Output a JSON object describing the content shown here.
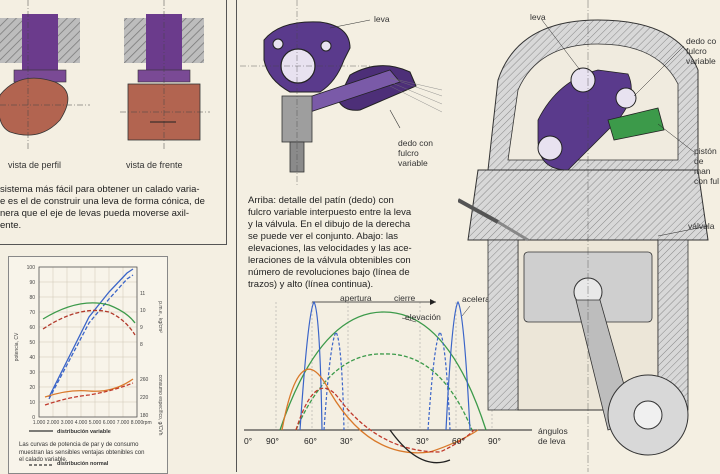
{
  "left_panel": {
    "caption_profile": "vista de perfil",
    "caption_front": "vista de frente",
    "paragraph_lines": [
      "sistema más fácil para obtener un calado varia-",
      "e es el de construir una leva de forma cónica, de",
      "nera que el eje de levas pueda moverse axil-",
      "ente."
    ]
  },
  "graph": {
    "ylabel_left": "potencia, CV",
    "ylabel_right_top": "p.m.e., kg/cm²",
    "ylabel_right_bottom": "consumo específico, g/CVh",
    "y_ticks_left": [
      "100",
      "90",
      "80",
      "70",
      "60",
      "50",
      "40",
      "30",
      "20",
      "10",
      "0"
    ],
    "y_ticks_right_top": [
      "11",
      "10",
      "9",
      "8"
    ],
    "y_ticks_right_bottom": [
      "260",
      "220",
      "180"
    ],
    "x_ticks": [
      "1.000",
      "2.000",
      "3.000",
      "4.000",
      "5.000",
      "6.000",
      "7.000",
      "8.000"
    ],
    "x_unit": "rpm",
    "legend_variable": "distribución variable",
    "legend_normal": "distribución normal",
    "note_lines": [
      "Las curvas de potencia de par y de consumo",
      "muestran las sensibles ventajas obtenibles con",
      "el calado variable."
    ]
  },
  "middle_panel": {
    "label_leva": "leva",
    "label_dedo": [
      "dedo con",
      "fulcro",
      "variable"
    ],
    "paragraph_lines": [
      "Arriba: detalle del patín (dedo) con",
      "fulcro variable interpuesto entre la leva",
      "y la válvula. En el dibujo de la derecha",
      "se puede ver el conjunto. Abajo: las",
      "elevaciones, las velocidades y las ace-",
      "leraciones de la válvula obtenibles con",
      "número de revoluciones bajo (línea de",
      "trazos) y alto (línea continua)."
    ]
  },
  "cam_chart": {
    "label_apertura": "apertura",
    "label_cierre": "cierre",
    "label_elevacion": "elevación",
    "label_aceleracion": "aceleración",
    "axis_ticks": [
      "0°",
      "90°",
      "60°",
      "30°",
      "30°",
      "60°",
      "90°"
    ],
    "axis_title": [
      "ángulos",
      "de leva"
    ]
  },
  "right_panel": {
    "label_leva": "leva",
    "label_dedo": [
      "dedo co",
      "fulcro",
      "variable"
    ],
    "label_piston": [
      "pistón",
      "de man",
      "con ful"
    ],
    "label_valvula": "válvula"
  }
}
